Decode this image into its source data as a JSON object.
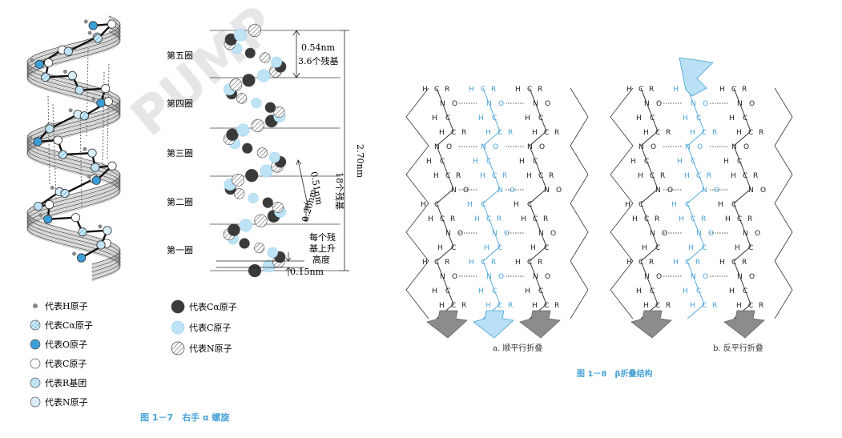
{
  "watermark": "PUMP",
  "figure_left": {
    "caption": "图 1－7　右手 α 螺旋",
    "turn_labels": [
      "第五圈",
      "第四圈",
      "第三圈",
      "第二圈",
      "第一圈"
    ],
    "dimensions": {
      "pitch_nm": "0.54nm",
      "residues_per_turn": "3.6个残基",
      "total_length": "2.70nm",
      "total_residues": "18个残基",
      "dist_051": "0.51nm",
      "dist_026": "0.26nm",
      "rise_per_residue_l1": "每个残",
      "rise_per_residue_l2": "基上升",
      "rise_per_residue_l3": "高度",
      "rise_nm": "0.15nm"
    },
    "legend_left": [
      {
        "label": "代表H原子",
        "style": "dot-gray"
      },
      {
        "label": "代表Cα原子",
        "style": "blue-hatch"
      },
      {
        "label": "代表O原子",
        "style": "blue-dark"
      },
      {
        "label": "代表C原子",
        "style": "white"
      },
      {
        "label": "代表R基团",
        "style": "blue-light"
      },
      {
        "label": "代表N原子",
        "style": "blue-pale"
      }
    ],
    "legend_right": [
      {
        "label": "代表Cα原子",
        "style": "dark"
      },
      {
        "label": "代表C原子",
        "style": "light-blue"
      },
      {
        "label": "代表N原子",
        "style": "hatched"
      }
    ]
  },
  "figure_right": {
    "caption": "图 1－8　β折叠结构",
    "sub_a": "a. 顺平行折叠",
    "sub_b": "b. 反平行折叠"
  },
  "colors": {
    "accent_blue": "#4aa3d8",
    "light_blue": "#bde3f5",
    "dark_atom": "#3a3a3a",
    "gray_arrow": "#8c8c8c"
  }
}
